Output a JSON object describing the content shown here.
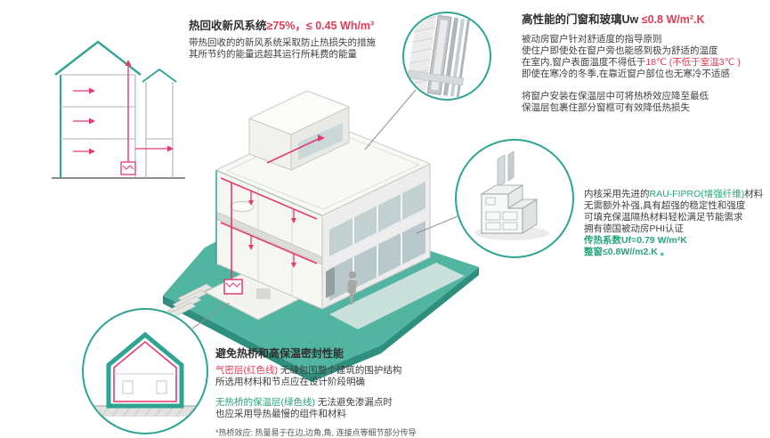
{
  "colors": {
    "illustration_teal": "#2FA493",
    "text_green": "#2BA478",
    "text_red": "#E23B55",
    "pipe_magenta": "#E23B6E",
    "ground_teal": "#52B5A1",
    "ground_teal_dark": "#2E8F7E",
    "text_dark": "#3C3C3C"
  },
  "ventilation_callout": {
    "title_black": "热回收新风系统",
    "title_red": "≥75%，≤ 0.45 Wh/m³",
    "line1": "带热回收的的新风系统采取防止热损失的措施",
    "line2": "其所节约的能量远超其运行所耗费的能量"
  },
  "window_callout": {
    "title_black": "高性能的门窗和玻璃Uw ",
    "title_red": "≤0.8 W/m².K",
    "para1_line1": "被动房窗户针对舒适度的指导原则",
    "para1_line2": "使住户即使处在窗户旁也能感到极为舒适的温度",
    "para1_line3_black": "在室内,窗户表面温度不得低于",
    "para1_line3_red": "18℃ (不低于室温3℃ )",
    "para1_line4": "即使在寒冷的冬季,在靠近窗户部位也无寒冷不适感",
    "para2_line1": "将窗户安装在保温层中可将热桥效应降至最低",
    "para2_line2": "保温层包裹住部分窗框可有效降低热损失"
  },
  "profile_callout": {
    "line1_black1": "内核采用先进的",
    "line1_green": "RAU-FIPRO(增强纤维)",
    "line1_black2": "材料",
    "line2": "无需额外补强,具有超强的稳定性和强度",
    "line3": "可填充保温隔热材料轻松满足节能需求",
    "line4": "拥有德国被动房PHI认证",
    "line5_green": "传热系数Uf=0.79 W/m²K",
    "line6_green": "整窗≤0.8W//m2.K 。"
  },
  "thermal_callout": {
    "title": "避免热桥和高保温密封性能",
    "line1_red": "气密层(红色线)",
    "line1_black": " 无缝包围整个建筑的围护结构",
    "line2": "所选用材料和节点应在设计阶段明确",
    "line3_green": "无热桥的保温层(绿色线)",
    "line3_black": " 无法避免渗漏点时",
    "line4": "也应采用导热最慢的组件和材料",
    "footnote": "*热桥效应: 热量易于在边,边角,角, 连接点等细节部分传导"
  }
}
